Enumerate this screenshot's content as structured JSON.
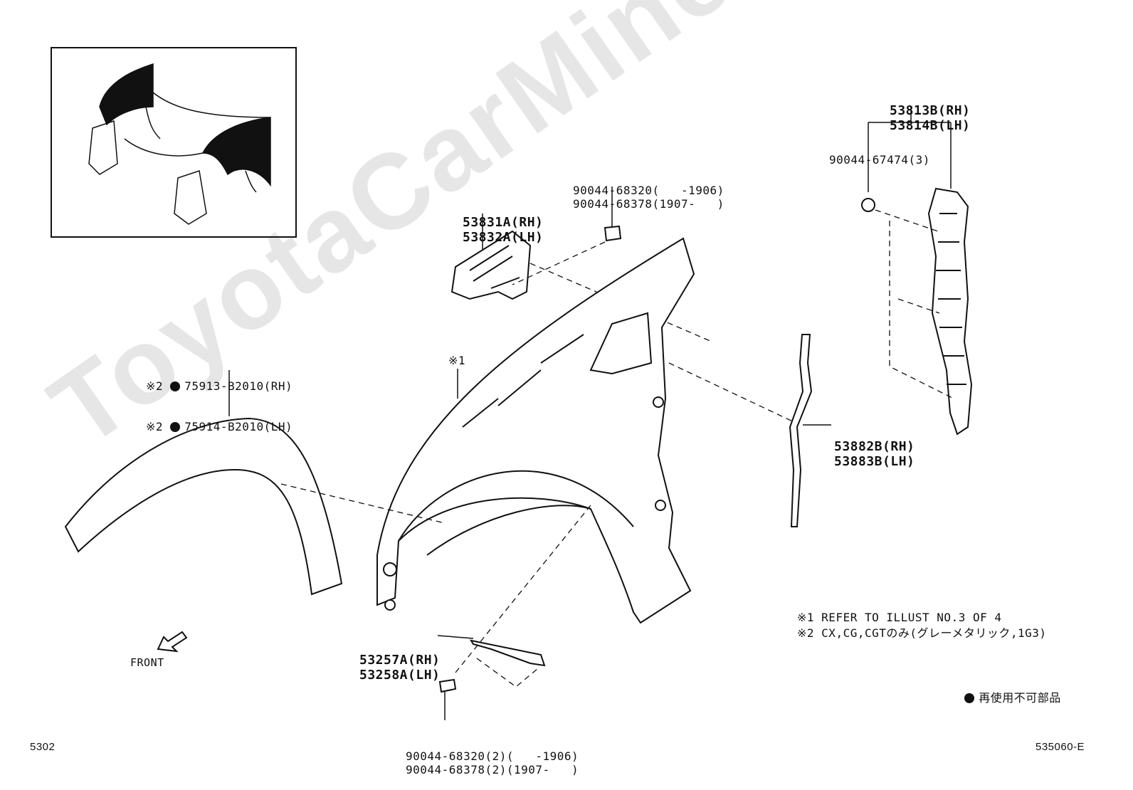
{
  "watermark": "ToyotaCarMine.ru",
  "parts": {
    "fender_liner": [
      "53813B(RH)",
      "53814B(LH)"
    ],
    "clip_upper_right": "90044-67474(3)",
    "clip_top": [
      "90044-68320(   -1906)",
      "90044-68378(1907-   )"
    ],
    "bracket": [
      "53831A(RH)",
      "53832A(LH)"
    ],
    "fender_ref": "※1",
    "moulding": [
      "※2",
      "75913-B2010(RH)",
      "※2",
      "75914-B2010(LH)"
    ],
    "seal": [
      "53882B(RH)",
      "53883B(LH)"
    ],
    "lower_bracket": [
      "53257A(RH)",
      "53258A(LH)"
    ],
    "clip_bottom": [
      "90044-68320(2)(   -1906)",
      "90044-68378(2)(1907-   )"
    ]
  },
  "front_label": "FRONT",
  "notes": {
    "note1": "※1 REFER TO ILLUST NO.3 OF 4",
    "note2": "※2 CX,CG,CGTのみ(グレーメタリック,1G3)",
    "legend": "再使用不可部品"
  },
  "page_number": "5302",
  "diagram_code": "535060-E"
}
